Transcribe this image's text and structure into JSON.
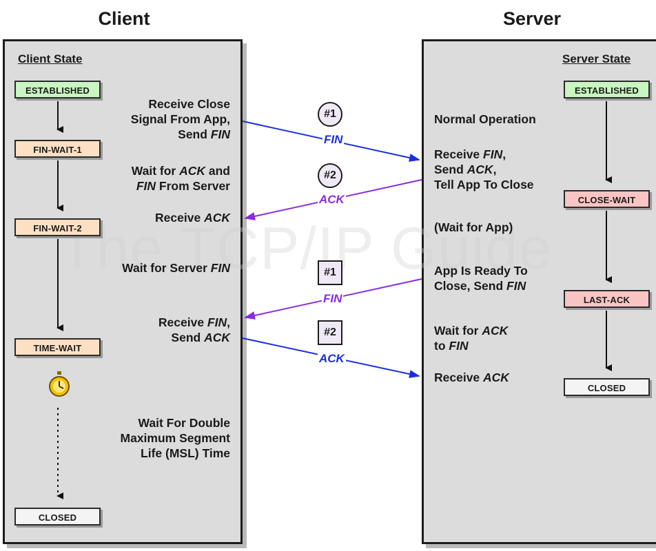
{
  "client": {
    "title": "Client",
    "state_heading": "Client State",
    "states": [
      "ESTABLISHED",
      "FIN-WAIT-1",
      "FIN-WAIT-2",
      "TIME-WAIT",
      "CLOSED"
    ],
    "descriptions": {
      "d1a": "Receive Close",
      "d1b": "Signal From App,",
      "d1c": "Send ",
      "d1c_em": "FIN",
      "d2a": "Wait for ",
      "d2a_em": "ACK",
      "d2a_tail": " and",
      "d2b_em": "FIN",
      "d2b": " From Server",
      "d3": "Receive ",
      "d3_em": "ACK",
      "d4": "Wait for Server ",
      "d4_em": "FIN",
      "d5a": "Receive ",
      "d5a_em": "FIN",
      "d5a_tail": ",",
      "d5b": "Send ",
      "d5b_em": "ACK",
      "d6a": "Wait For Double",
      "d6b": "Maximum Segment",
      "d6c": "Life (MSL) Time"
    }
  },
  "server": {
    "title": "Server",
    "state_heading": "Server State",
    "states": [
      "ESTABLISHED",
      "CLOSE-WAIT",
      "LAST-ACK",
      "CLOSED"
    ],
    "descriptions": {
      "d1": "Normal Operation",
      "d2a": "Receive ",
      "d2a_em": "FIN",
      "d2a_tail": ",",
      "d2b": "Send ",
      "d2b_em": "ACK",
      "d2b_tail": ",",
      "d2c": "Tell App To Close",
      "d3": "(Wait for App)",
      "d4a": "App Is Ready To",
      "d4b": "Close, Send ",
      "d4b_em": "FIN",
      "d5a": "Wait for ",
      "d5a_em": "ACK",
      "d5b": "to ",
      "d5b_em": "FIN",
      "d6": "Receive ",
      "d6_em": "ACK"
    }
  },
  "messages": {
    "m1_marker": "#1",
    "m1_label": "FIN",
    "m2_marker": "#2",
    "m2_label": "ACK",
    "m3_marker": "#1",
    "m3_label": "FIN",
    "m4_marker": "#2",
    "m4_label": "ACK"
  },
  "watermark": "The TCP/IP Guide",
  "colors": {
    "panel": "#dcdcdc",
    "established": "#c8f5c0",
    "client_wait": "#fde0c4",
    "server_wait": "#f9c4c4",
    "closed": "#f4f4f4",
    "blue_arrow": "#1a2fe0",
    "purple_arrow": "#8a2be2"
  }
}
